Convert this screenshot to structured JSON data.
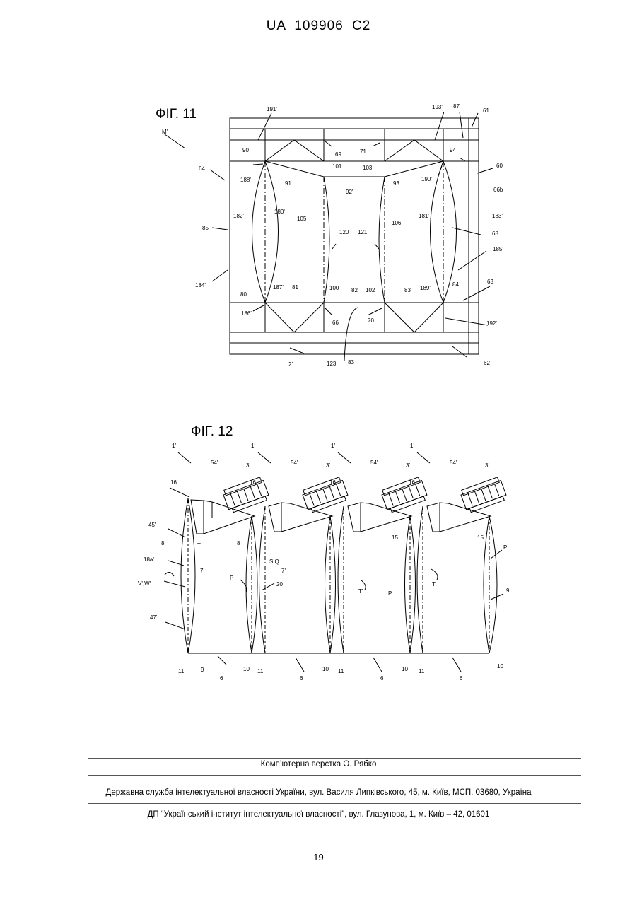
{
  "header": {
    "doc_number": "UA   109906   C2"
  },
  "figure11": {
    "title": "ФІГ. 11",
    "labels": [
      "M'",
      "64",
      "85",
      "184'",
      "191'",
      "193'",
      "87",
      "61",
      "90",
      "69",
      "71",
      "94",
      "60'",
      "188'",
      "91",
      "101",
      "103",
      "93",
      "190'",
      "92'",
      "66b",
      "182'",
      "180'",
      "105",
      "106",
      "181'",
      "183'",
      "68",
      "120",
      "121",
      "185'",
      "80",
      "187'",
      "81",
      "100",
      "102",
      "83",
      "189'",
      "84",
      "63",
      "186'",
      "66",
      "82",
      "70",
      "192'",
      "2'",
      "123",
      "83",
      "62"
    ]
  },
  "figure12": {
    "title": "ФІГ. 12",
    "labels": [
      "1'",
      "1'",
      "1'",
      "1'",
      "54'",
      "3'",
      "54'",
      "3'",
      "54'",
      "3'",
      "54'",
      "3'",
      "16",
      "16",
      "16",
      "16",
      "45'",
      "T'",
      "8",
      "8",
      "15",
      "15",
      "P",
      "18a'",
      "S,Q",
      "7'",
      "7'",
      "V',W'",
      "P",
      "20",
      "T'",
      "P",
      "T'",
      "9",
      "47'",
      "11",
      "9",
      "6",
      "10",
      "11",
      "10",
      "6",
      "11",
      "10",
      "6",
      "11",
      "6",
      "10"
    ]
  },
  "footer": {
    "layout_credit": "Комп’ютерна верстка О. Рябко",
    "agency": "Державна служба інтелектуальної власності України, вул. Василя Липківського, 45, м. Київ, МСП, 03680, Україна",
    "institute": "ДП “Український інститут інтелектуальної власності”, вул. Глазунова, 1, м. Київ – 42, 01601",
    "page_number": "19"
  }
}
